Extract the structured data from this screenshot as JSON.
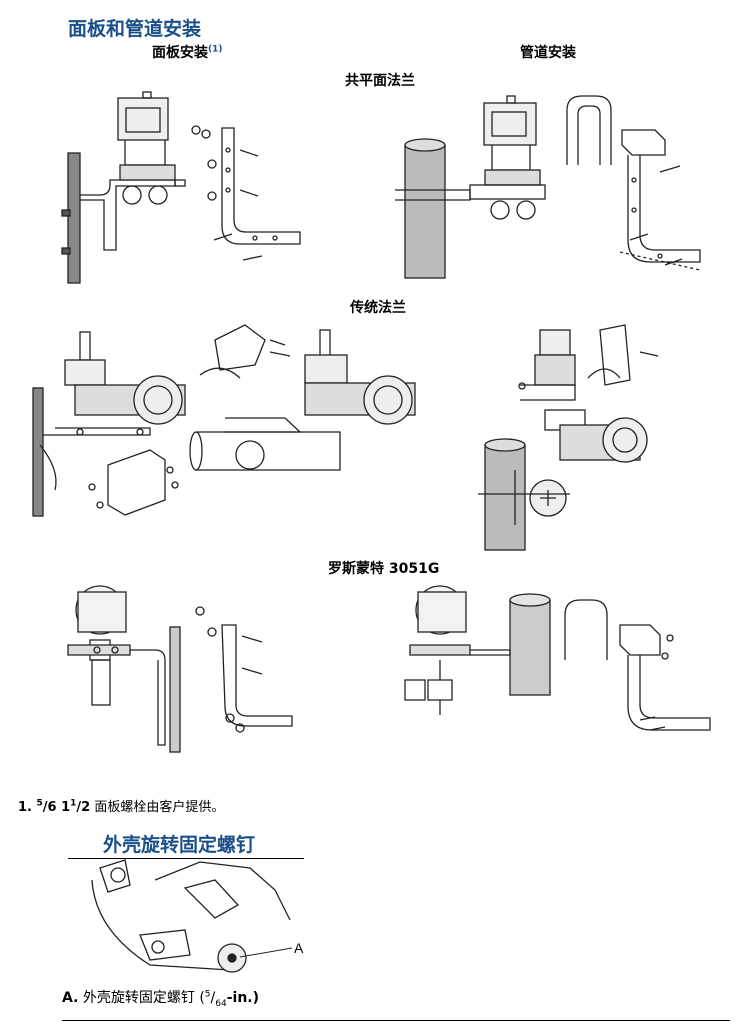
{
  "title": "面板和管道安装",
  "panel_mount": {
    "label": "面板安装",
    "footnote_ref": "(1)"
  },
  "pipe_mount": {
    "label": "管道安装"
  },
  "sections": {
    "coplanar": "共平面法兰",
    "traditional": "传统法兰",
    "rosemount": "罗斯蒙特 3051G"
  },
  "footnote": {
    "num": "1.",
    "sup1": "5",
    "frac1": "/6",
    "mid": "1",
    "sup2": "1",
    "frac2": "/2",
    "text": "面板螺栓由客户提供。"
  },
  "housing": {
    "title": "外壳旋转固定螺钉",
    "callout": "A",
    "caption_letter": "A.",
    "caption_text": "外壳旋转固定螺钉 (",
    "caption_sup": "5",
    "caption_frac": "/",
    "caption_sub": "64",
    "caption_tail": "-in.)"
  }
}
